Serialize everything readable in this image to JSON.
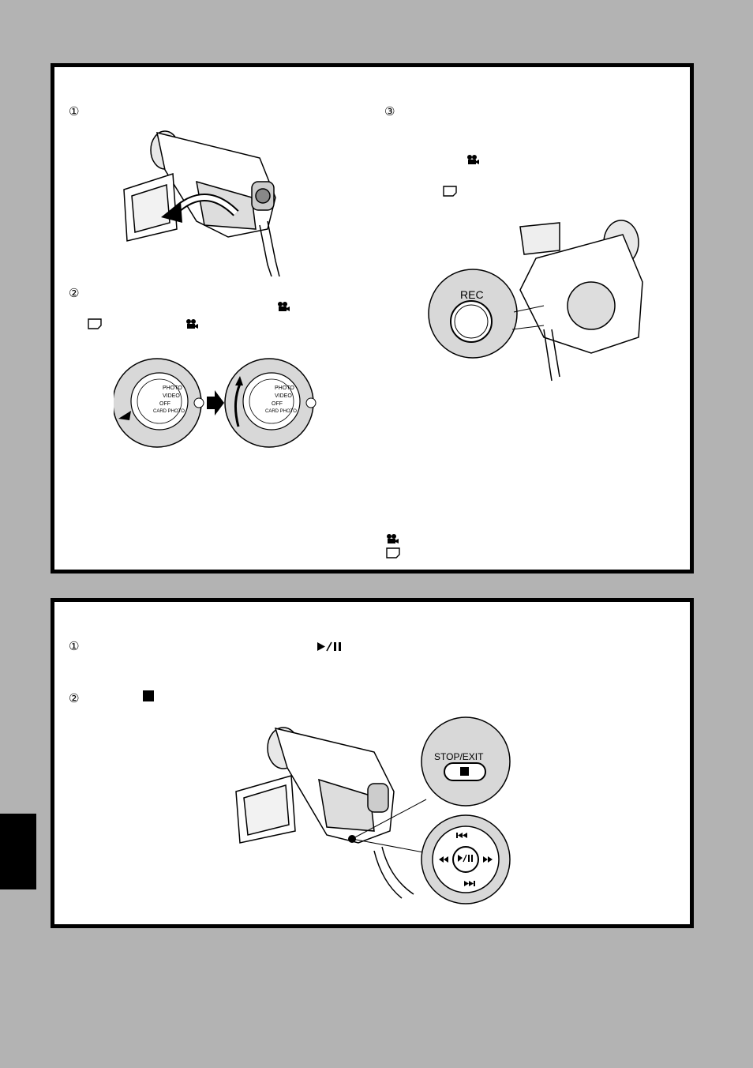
{
  "record_panel": {
    "steps": [
      "①",
      "②",
      "③"
    ],
    "dial_labels": [
      "PHOTO",
      "VIDEO",
      "OFF",
      "CARD PHOTO"
    ],
    "rec_button_label": "REC"
  },
  "play_panel": {
    "steps": [
      "①",
      "②"
    ],
    "stop_button_label": "STOP/EXIT"
  }
}
